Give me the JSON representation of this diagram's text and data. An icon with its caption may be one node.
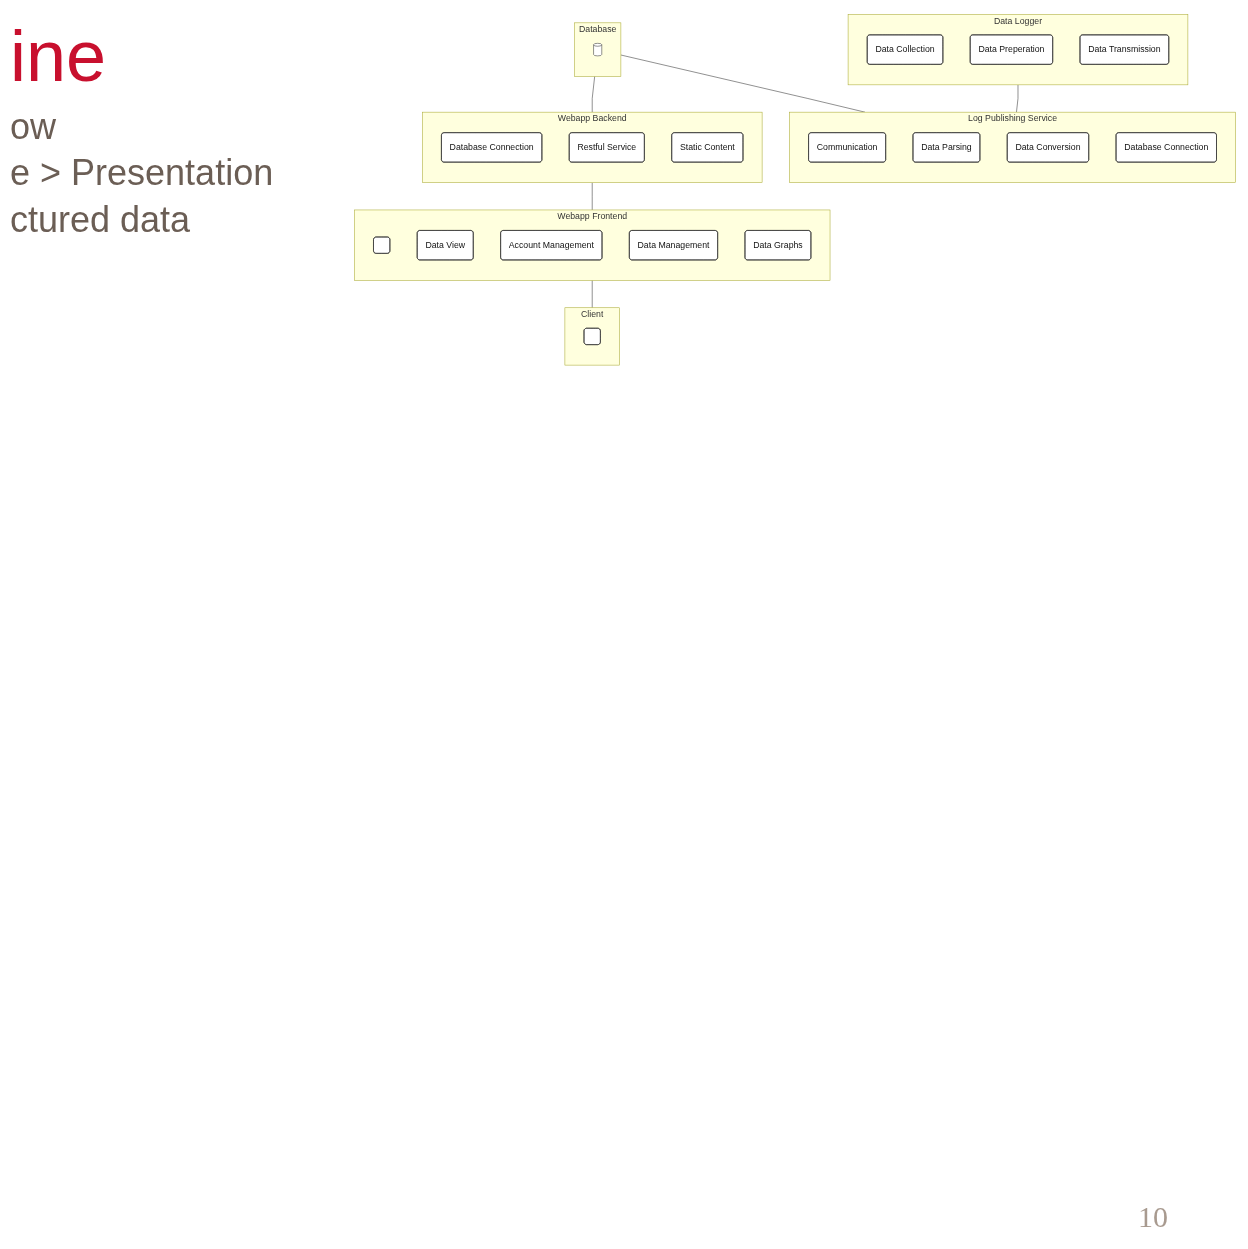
{
  "diagram": {
    "nodes": [
      {
        "text": [
          "Data Logger"
        ]
      },
      {
        "text": [
          "Data Collection"
        ],
        "in": 0
      },
      {
        "text": [
          "Data Preperation"
        ],
        "in": 0
      },
      {
        "text": [
          "Data Transmission"
        ],
        "in": 0
      },
      {
        "text": [
          "Log Publishing Service"
        ]
      },
      {
        "text": [
          "Communication"
        ],
        "in": 4
      },
      {
        "text": [
          "Data Parsing"
        ],
        "in": 4
      },
      {
        "text": [
          "Data Conversion"
        ],
        "in": 4
      },
      {
        "text": [
          "Database Connection"
        ],
        "in": 4
      },
      {
        "text": [
          "Database"
        ]
      },
      {
        "text": [],
        "shape": "cylinder",
        "in": 9
      },
      {
        "text": [
          "Webapp Backend"
        ]
      },
      {
        "text": [
          "Database Connection"
        ],
        "in": 11
      },
      {
        "text": [
          "Restful Service"
        ],
        "in": 11
      },
      {
        "text": [
          "Static Content"
        ],
        "in": 11
      },
      {
        "text": [
          "Webapp Frontend"
        ]
      },
      {
        "text": [],
        "shape": "box",
        "in": 15
      },
      {
        "text": [
          "Data View"
        ],
        "in": 15
      },
      {
        "text": [
          "Account Management"
        ],
        "in": 15
      },
      {
        "text": [
          "Data Management"
        ],
        "in": 15
      },
      {
        "text": [
          "Data Graphs"
        ],
        "in": 15
      },
      {
        "text": [
          "Client"
        ]
      },
      {
        "text": [],
        "shape": "box",
        "in": 21
      }
    ],
    "edges": [
      {
        "from": 0,
        "to": 4,
        "arrow": "none"
      },
      {
        "from": 9,
        "to": 4,
        "arrow": "none"
      },
      {
        "from": 9,
        "to": 11,
        "arrow": "none"
      },
      {
        "from": 11,
        "to": 15,
        "arrow": "none"
      },
      {
        "from": 15,
        "to": 21,
        "arrow": "none"
      }
    ],
    "labels": [
      "ine",
      "ow",
      "e > Presentation",
      "ctured data",
      "10"
    ]
  }
}
